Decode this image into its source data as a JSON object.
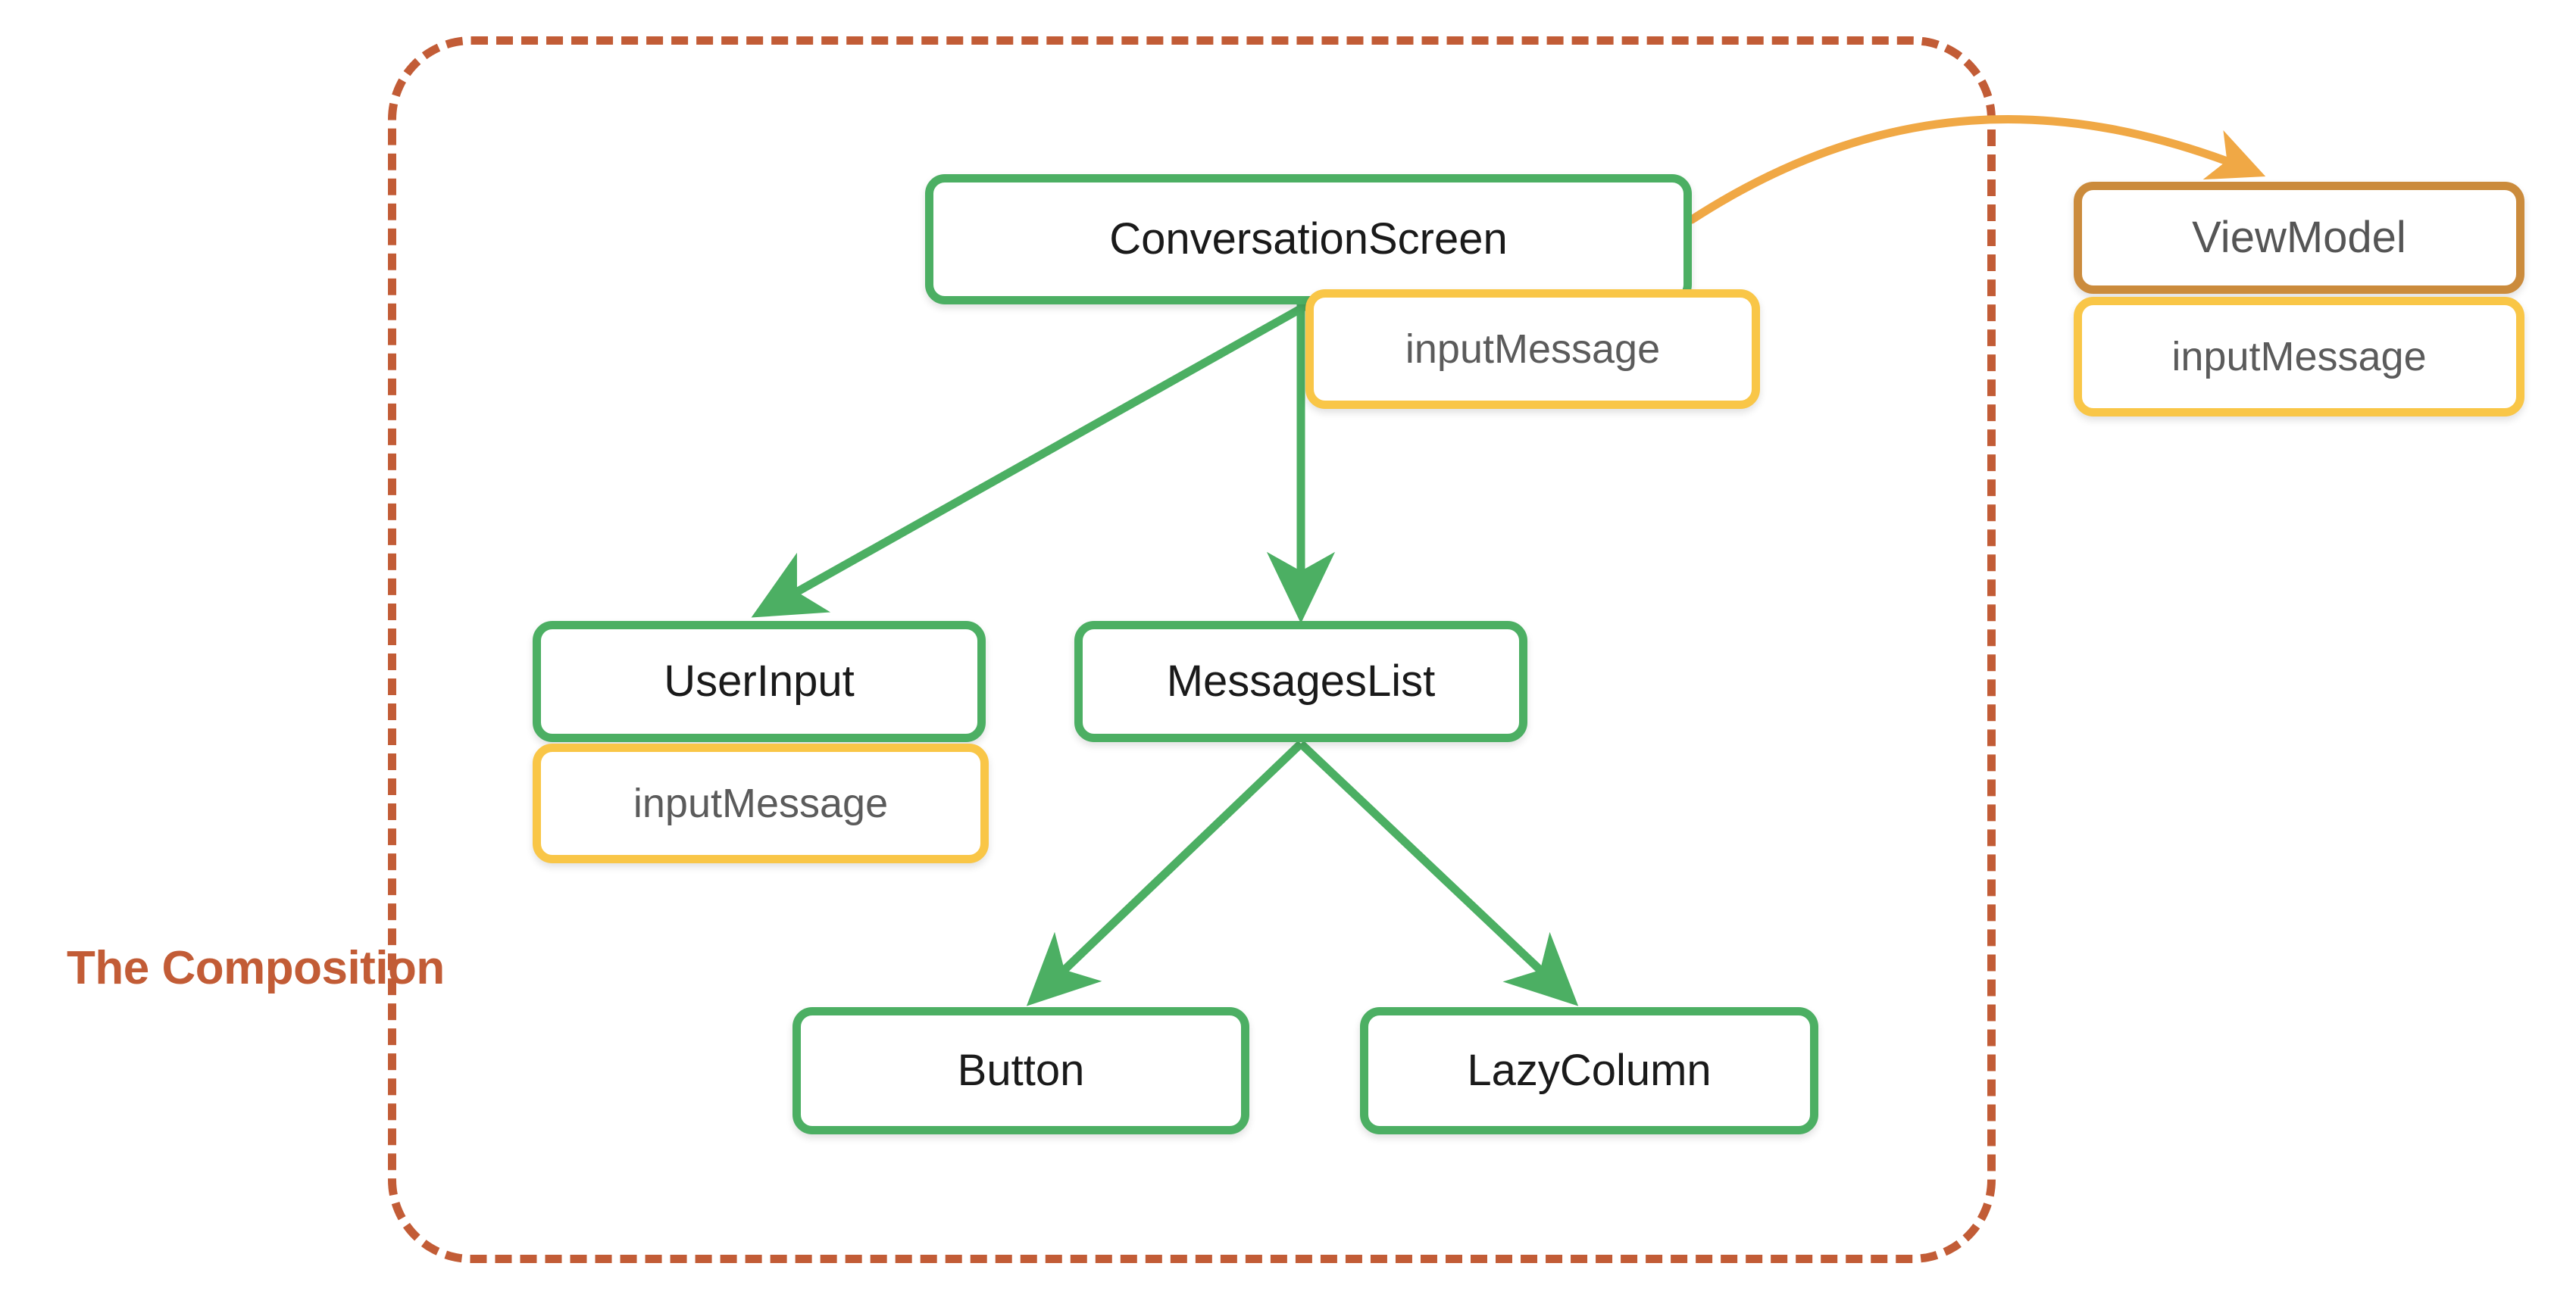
{
  "diagram": {
    "title_label": "The Composition",
    "colors": {
      "composable_border": "#4caf63",
      "state_border": "#f9c647",
      "viewmodel_border": "#cb8b3c",
      "frame_border": "#c25c36",
      "frame_label": "#c25c36",
      "composable_arrow": "#4caf63",
      "viewmodel_arrow": "#f0a845",
      "background": "#ffffff"
    },
    "nodes": [
      {
        "id": "conversationscreen",
        "label": "ConversationScreen",
        "kind": "composable"
      },
      {
        "id": "inputmessage_cs",
        "label": "inputMessage",
        "kind": "state"
      },
      {
        "id": "viewmodel",
        "label": "ViewModel",
        "kind": "viewmodel"
      },
      {
        "id": "inputmessage_vm",
        "label": "inputMessage",
        "kind": "state"
      },
      {
        "id": "userinput",
        "label": "UserInput",
        "kind": "composable"
      },
      {
        "id": "inputmessage_ui",
        "label": "inputMessage",
        "kind": "state"
      },
      {
        "id": "messageslist",
        "label": "MessagesList",
        "kind": "composable"
      },
      {
        "id": "button",
        "label": "Button",
        "kind": "composable"
      },
      {
        "id": "lazycolumn",
        "label": "LazyColumn",
        "kind": "composable"
      }
    ],
    "edges": [
      {
        "from": "conversationscreen",
        "to": "userinput",
        "style": "straight",
        "color": "#4caf63"
      },
      {
        "from": "conversationscreen",
        "to": "messageslist",
        "style": "straight",
        "color": "#4caf63"
      },
      {
        "from": "messageslist",
        "to": "button",
        "style": "straight",
        "color": "#4caf63"
      },
      {
        "from": "messageslist",
        "to": "lazycolumn",
        "style": "straight",
        "color": "#4caf63"
      },
      {
        "from": "conversationscreen",
        "to": "viewmodel",
        "style": "curved",
        "color": "#f0a845"
      }
    ]
  }
}
